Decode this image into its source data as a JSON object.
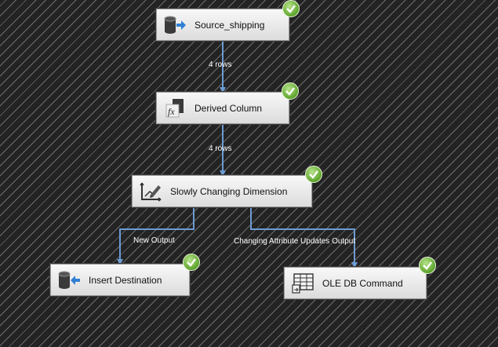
{
  "components": {
    "source": {
      "label": "Source_shipping",
      "icon": "db-source-icon",
      "status": "success"
    },
    "derived": {
      "label": "Derived Column",
      "icon": "fx-icon",
      "status": "success"
    },
    "scd": {
      "label": "Slowly Changing Dimension",
      "icon": "chart-pencil-icon",
      "status": "success"
    },
    "insert": {
      "label": "Insert Destination",
      "icon": "db-destination-icon",
      "status": "success"
    },
    "oledb": {
      "label": "OLE DB Command",
      "icon": "table-command-icon",
      "status": "success"
    }
  },
  "paths": {
    "source_to_derived": "4 rows",
    "derived_to_scd": "4 rows",
    "new_output": "New Output",
    "changing_output": "Changing Attribute Updates Output"
  },
  "colors": {
    "path": "#6c9bd2",
    "success": "#5da42c",
    "canvas": "#2b2b2b"
  }
}
